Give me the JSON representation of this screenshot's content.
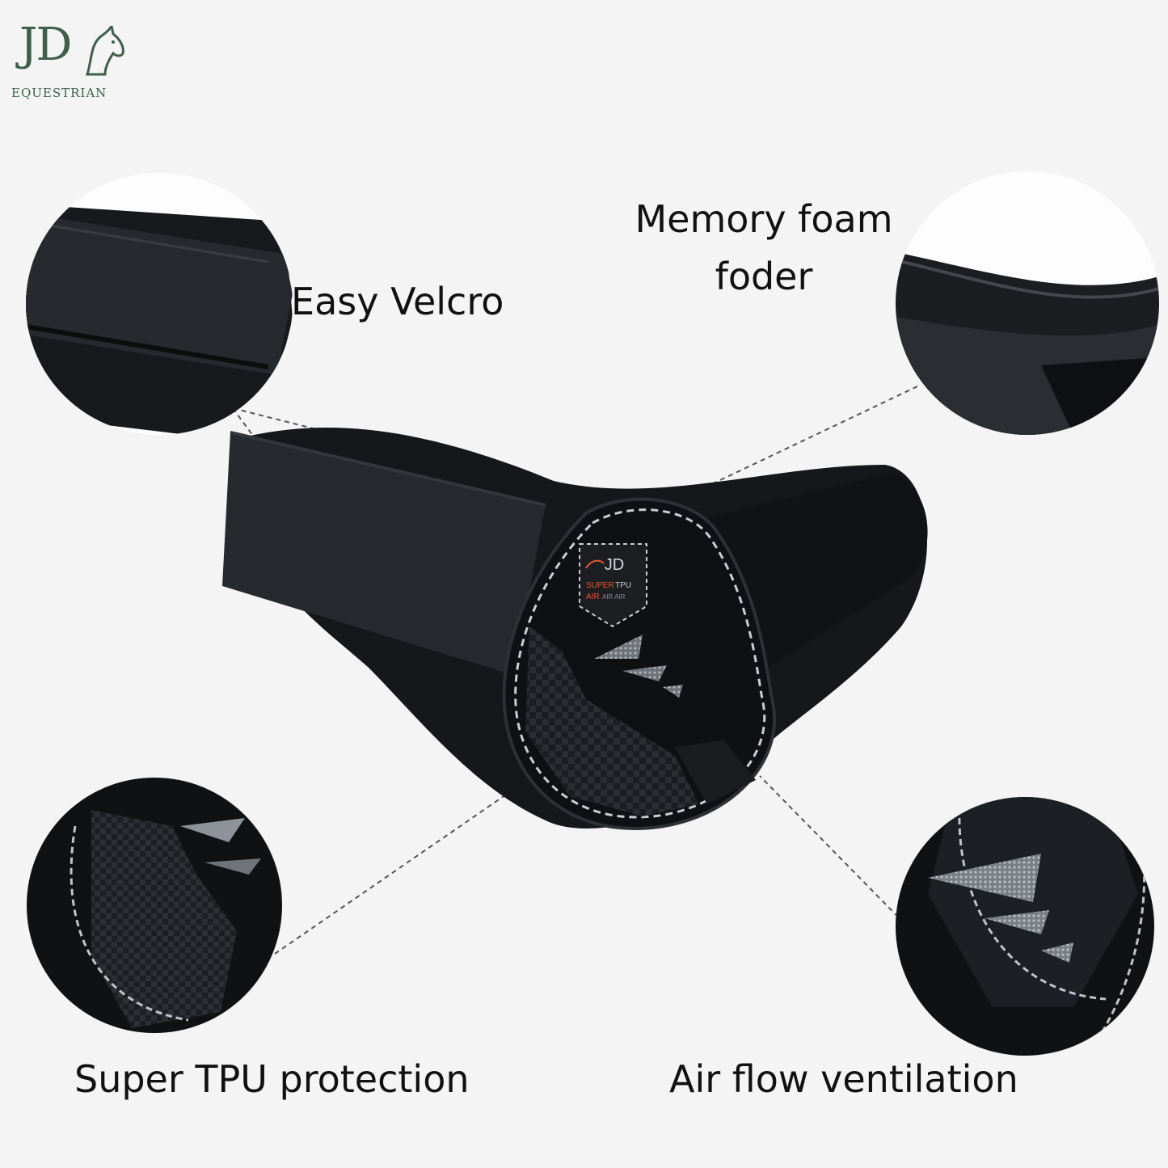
{
  "brand": {
    "logo_text": "JD",
    "logo_subtitle": "EQUESTRIAN",
    "color": "#3f5f4b"
  },
  "features": {
    "velcro": "Easy Velcro",
    "foam_line1": "Memory foam",
    "foam_line2": "foder",
    "tpu": "Super TPU protection",
    "air": "Air flow ventilation"
  },
  "badge": {
    "brand": "JD",
    "line1_a": "SUPER",
    "line1_b": "TPU",
    "line2_a": "AIR",
    "line2_b": "AIR AIR"
  },
  "colors": {
    "accent": "#e2572b",
    "product": "#15171b",
    "background": "#f4f4f4"
  }
}
